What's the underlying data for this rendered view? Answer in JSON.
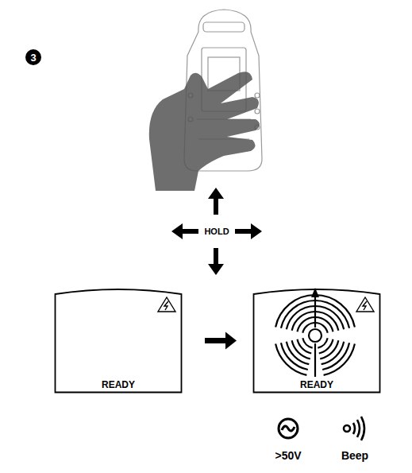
{
  "diagram": {
    "nodes": [
      {
        "text": [
          "READY"
        ]
      },
      {
        "text": [
          "READY"
        ]
      }
    ],
    "edges": [
      {
        "from": 0,
        "to": 1,
        "arrow": "to"
      }
    ],
    "labels": [
      "3",
      "HOLD",
      ">50V",
      "Beep"
    ]
  }
}
